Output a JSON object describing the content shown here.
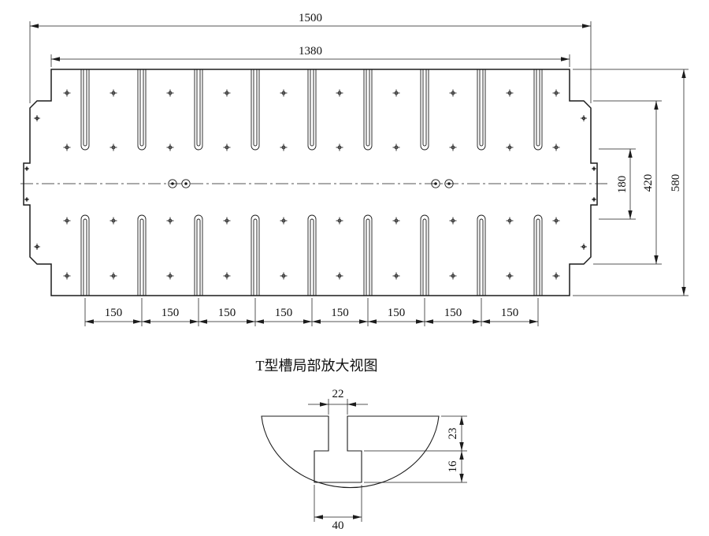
{
  "drawing": {
    "detail_title": "T型槽局部放大视图",
    "dimensions": {
      "overall_length": "1500",
      "body_length": "1380",
      "overall_width": "580",
      "flange_span": "420",
      "center_row_spacing": "180",
      "slot_pitch": "150",
      "slot_pitch_count": 8,
      "slot_neck_width": "22",
      "slot_neck_depth": "23",
      "slot_base_depth": "16",
      "slot_base_width": "40"
    },
    "line_color": "#1c1c1c"
  }
}
